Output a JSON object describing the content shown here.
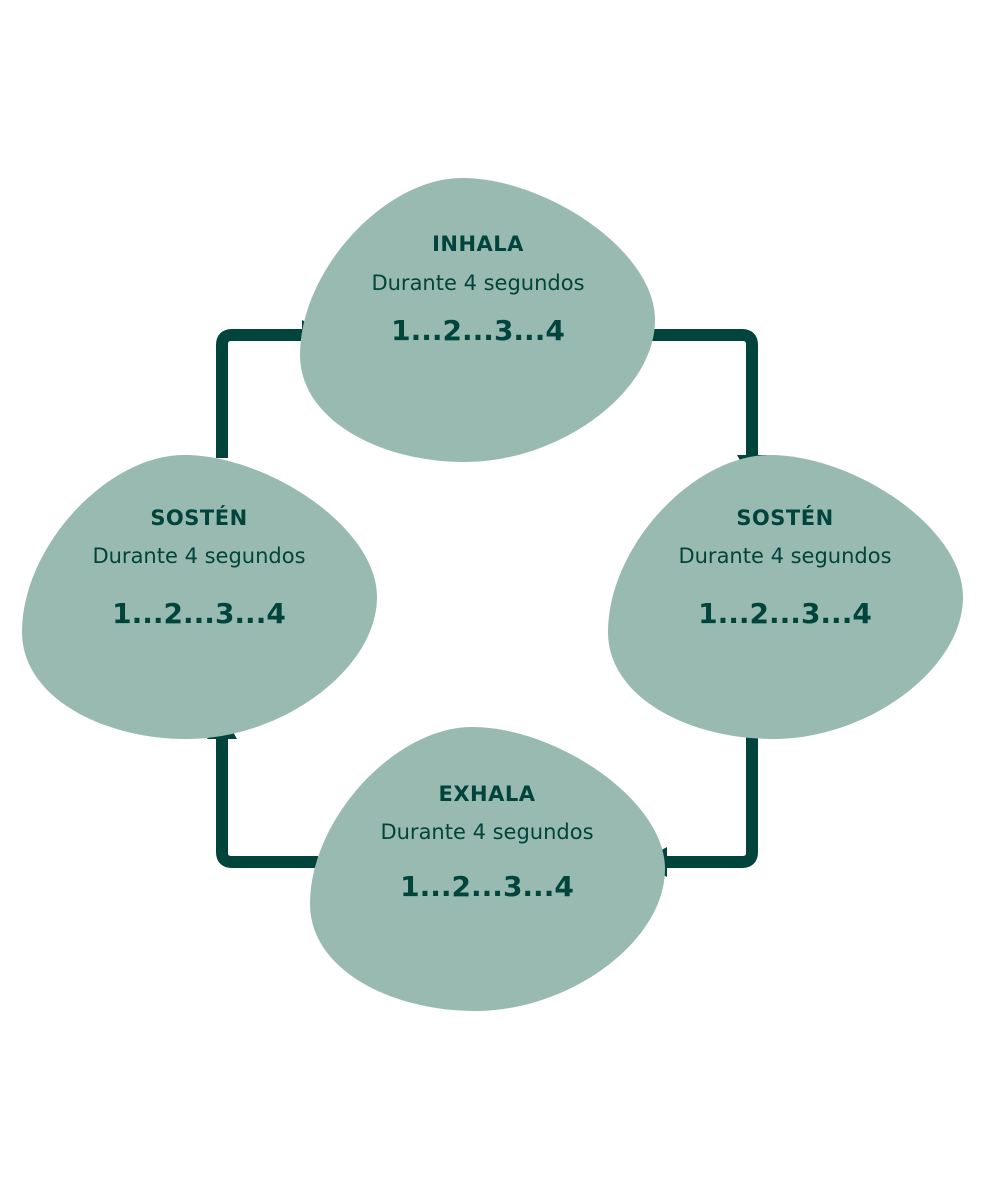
{
  "colors": {
    "blob": "#99bab0",
    "accent": "#00443c",
    "background": "#ffffff"
  },
  "steps": [
    {
      "title": "INHALA",
      "subtitle": "Durante 4 segundos",
      "count": "1...2...3...4"
    },
    {
      "title": "SOSTÉN",
      "subtitle": "Durante 4 segundos",
      "count": "1...2...3...4"
    },
    {
      "title": "EXHALA",
      "subtitle": "Durante 4 segundos",
      "count": "1...2...3...4"
    },
    {
      "title": "SOSTÉN",
      "subtitle": "Durante 4 segundos",
      "count": "1...2...3...4"
    }
  ]
}
